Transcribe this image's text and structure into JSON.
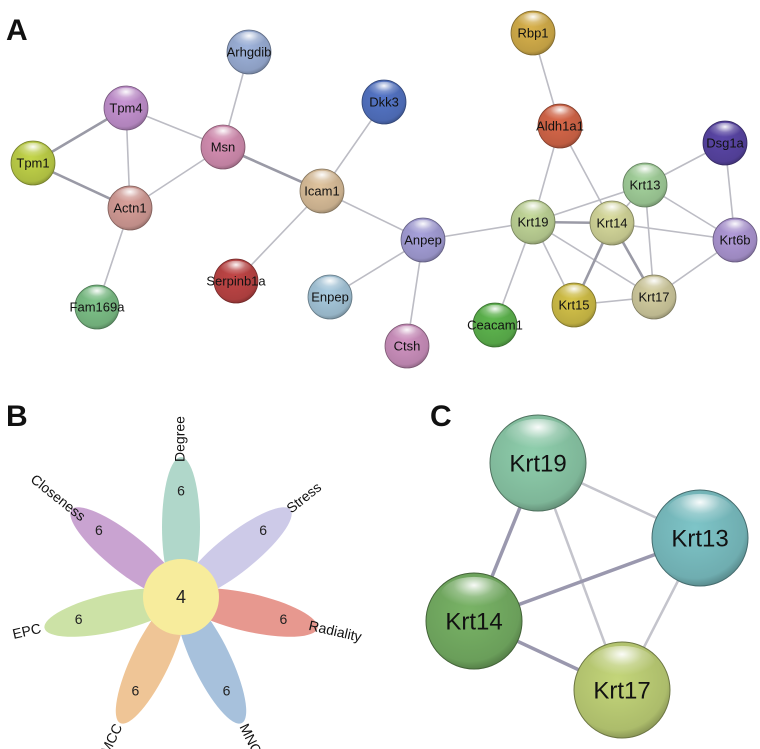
{
  "panels": {
    "a": "A",
    "b": "B",
    "c": "C"
  },
  "network_a": {
    "nodes": [
      {
        "id": "rbp1",
        "label": "Rbp1",
        "color": "#d9b24c"
      },
      {
        "id": "arhgdib",
        "label": "Arhgdib",
        "color": "#9fb4dc"
      },
      {
        "id": "tpm4",
        "label": "Tpm4",
        "color": "#c895d4"
      },
      {
        "id": "dkk3",
        "label": "Dkk3",
        "color": "#5576c8"
      },
      {
        "id": "aldh1a1",
        "label": "Aldh1a1",
        "color": "#d9684a"
      },
      {
        "id": "dsg1a",
        "label": "Dsg1a",
        "color": "#5b47a8"
      },
      {
        "id": "tpm1",
        "label": "Tpm1",
        "color": "#c4d64a"
      },
      {
        "id": "msn",
        "label": "Msn",
        "color": "#d991b6"
      },
      {
        "id": "krt13",
        "label": "Krt13",
        "color": "#a6d49e"
      },
      {
        "id": "actn1",
        "label": "Actn1",
        "color": "#d9a09a"
      },
      {
        "id": "icam1",
        "label": "Icam1",
        "color": "#e0c49e"
      },
      {
        "id": "krt19",
        "label": "Krt19",
        "color": "#c4d99a"
      },
      {
        "id": "krt14",
        "label": "Krt14",
        "color": "#d9dc9e"
      },
      {
        "id": "anpep",
        "label": "Anpep",
        "color": "#a8a2dc"
      },
      {
        "id": "krt6b",
        "label": "Krt6b",
        "color": "#b19ad9"
      },
      {
        "id": "serpinb1a",
        "label": "Serpinb1a",
        "color": "#c14646"
      },
      {
        "id": "enpep",
        "label": "Enpep",
        "color": "#a9cbe0"
      },
      {
        "id": "krt17",
        "label": "Krt17",
        "color": "#d6d0a2"
      },
      {
        "id": "fam169a",
        "label": "Fam169a",
        "color": "#7fc48a"
      },
      {
        "id": "krt15",
        "label": "Krt15",
        "color": "#d6c44a"
      },
      {
        "id": "ceacam1",
        "label": "Ceacam1",
        "color": "#5fb84f"
      },
      {
        "id": "ctsh",
        "label": "Ctsh",
        "color": "#d194c2"
      }
    ],
    "edges": [
      [
        "tpm4",
        "tpm1"
      ],
      [
        "tpm4",
        "actn1"
      ],
      [
        "tpm1",
        "actn1"
      ],
      [
        "tpm4",
        "msn"
      ],
      [
        "actn1",
        "msn"
      ],
      [
        "actn1",
        "fam169a"
      ],
      [
        "msn",
        "arhgdib"
      ],
      [
        "msn",
        "icam1"
      ],
      [
        "icam1",
        "dkk3"
      ],
      [
        "icam1",
        "serpinb1a"
      ],
      [
        "icam1",
        "anpep"
      ],
      [
        "anpep",
        "enpep"
      ],
      [
        "anpep",
        "ctsh"
      ],
      [
        "anpep",
        "krt19"
      ],
      [
        "rbp1",
        "aldh1a1"
      ],
      [
        "aldh1a1",
        "krt19"
      ],
      [
        "aldh1a1",
        "krt14"
      ],
      [
        "krt19",
        "krt14"
      ],
      [
        "krt19",
        "krt13"
      ],
      [
        "krt19",
        "krt15"
      ],
      [
        "krt19",
        "krt17"
      ],
      [
        "krt19",
        "ceacam1"
      ],
      [
        "krt14",
        "krt13"
      ],
      [
        "krt14",
        "krt15"
      ],
      [
        "krt14",
        "krt17"
      ],
      [
        "krt14",
        "krt6b"
      ],
      [
        "krt13",
        "dsg1a"
      ],
      [
        "krt13",
        "krt6b"
      ],
      [
        "krt13",
        "krt17"
      ],
      [
        "dsg1a",
        "krt6b"
      ],
      [
        "krt6b",
        "krt17"
      ],
      [
        "krt15",
        "krt17"
      ]
    ]
  },
  "flower_b": {
    "center_value": "4",
    "petals": [
      {
        "name": "Degree",
        "value": "6",
        "color": "#a9d4c6"
      },
      {
        "name": "Stress",
        "value": "6",
        "color": "#c9c6e6"
      },
      {
        "name": "Radiality",
        "value": "6",
        "color": "#e58f86"
      },
      {
        "name": "MNC",
        "value": "6",
        "color": "#9fbcd9"
      },
      {
        "name": "MCC",
        "value": "6",
        "color": "#eec08d"
      },
      {
        "name": "EPC",
        "value": "6",
        "color": "#c8e09e"
      },
      {
        "name": "Closeness",
        "value": "6",
        "color": "#c49bcd"
      }
    ],
    "center_color": "#f7ec9c"
  },
  "network_c": {
    "nodes": [
      {
        "id": "krt19",
        "label": "Krt19",
        "color": "#8fcfad"
      },
      {
        "id": "krt13",
        "label": "Krt13",
        "color": "#7ec5c8"
      },
      {
        "id": "krt14",
        "label": "Krt14",
        "color": "#79b466"
      },
      {
        "id": "krt17",
        "label": "Krt17",
        "color": "#c4d67a"
      }
    ],
    "edges": [
      [
        "krt19",
        "krt13"
      ],
      [
        "krt19",
        "krt14"
      ],
      [
        "krt19",
        "krt17"
      ],
      [
        "krt13",
        "krt14"
      ],
      [
        "krt13",
        "krt17"
      ],
      [
        "krt14",
        "krt17"
      ]
    ]
  }
}
